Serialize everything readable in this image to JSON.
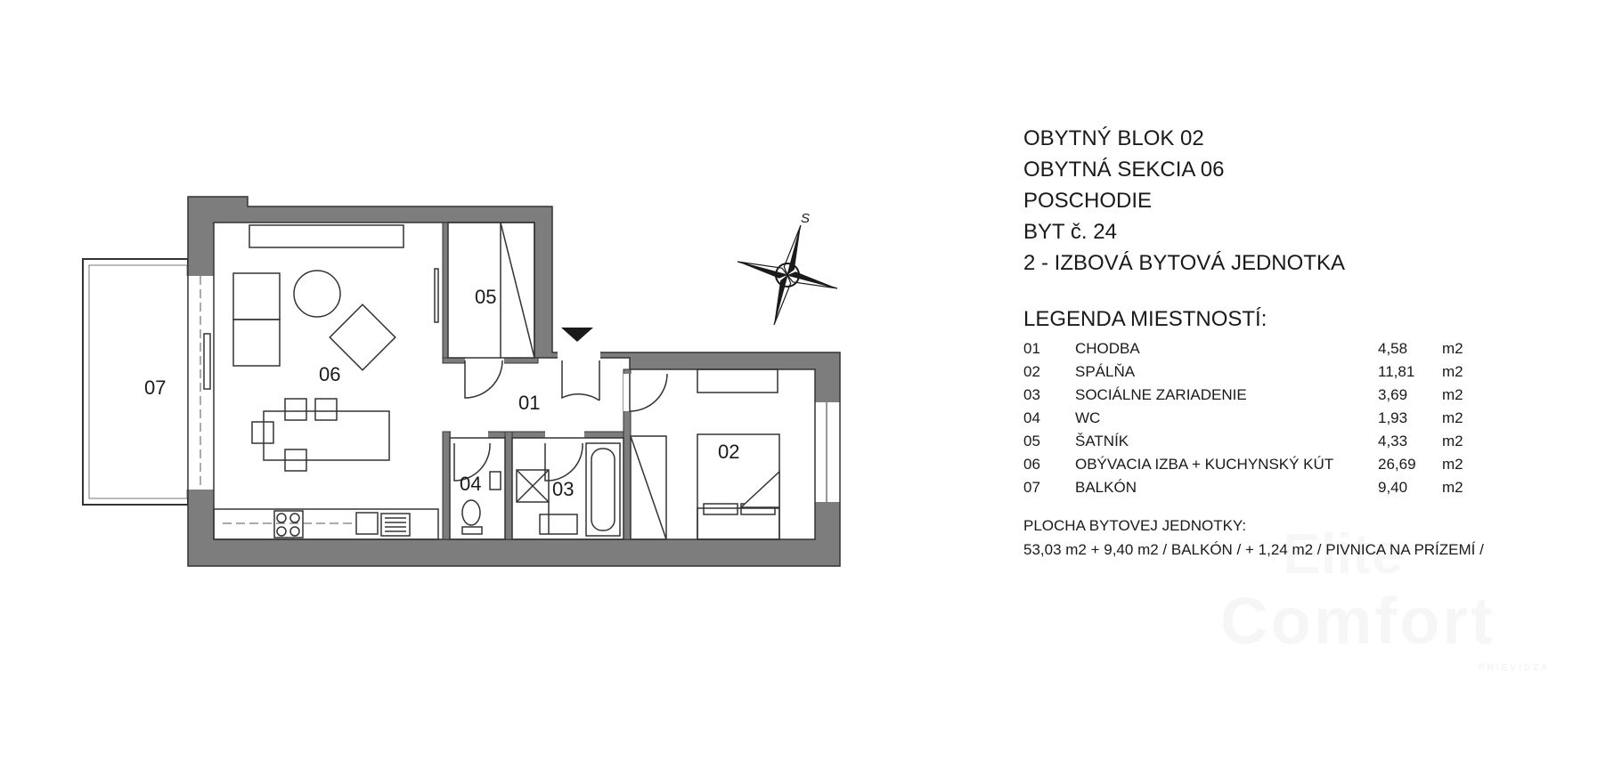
{
  "header": {
    "line1": "OBYTNÝ BLOK 02",
    "line2": "OBYTNÁ SEKCIA 06",
    "line3": "POSCHODIE",
    "line4": "BYT č. 24",
    "line5": "2 - IZBOVÁ BYTOVÁ JEDNOTKA"
  },
  "legend": {
    "title": "LEGENDA MIESTNOSTÍ:",
    "rows": [
      {
        "num": "01",
        "name": "CHODBA",
        "area": "4,58",
        "unit": "m2"
      },
      {
        "num": "02",
        "name": "SPÁLŇA",
        "area": "11,81",
        "unit": "m2"
      },
      {
        "num": "03",
        "name": "SOCIÁLNE ZARIADENIE",
        "area": "3,69",
        "unit": "m2"
      },
      {
        "num": "04",
        "name": "WC",
        "area": "1,93",
        "unit": "m2"
      },
      {
        "num": "05",
        "name": "ŠATNÍK",
        "area": "4,33",
        "unit": "m2"
      },
      {
        "num": "06",
        "name": "OBÝVACIA IZBA + KUCHYNSKÝ KÚT",
        "area": "26,69",
        "unit": "m2"
      },
      {
        "num": "07",
        "name": "BALKÓN",
        "area": "9,40",
        "unit": "m2"
      }
    ]
  },
  "total": {
    "label": "PLOCHA BYTOVEJ JEDNOTKY:",
    "value": "53,03 m2 + 9,40 m2 / BALKÓN / + 1,24 m2 / PIVNICA NA PRÍZEMÍ /"
  },
  "plan": {
    "rooms": [
      "01",
      "02",
      "03",
      "04",
      "05",
      "06",
      "07"
    ],
    "compass_letter": "S"
  },
  "watermark": {
    "top": "Elite",
    "big": "Comfort",
    "small": "PRIEVIDZA"
  }
}
